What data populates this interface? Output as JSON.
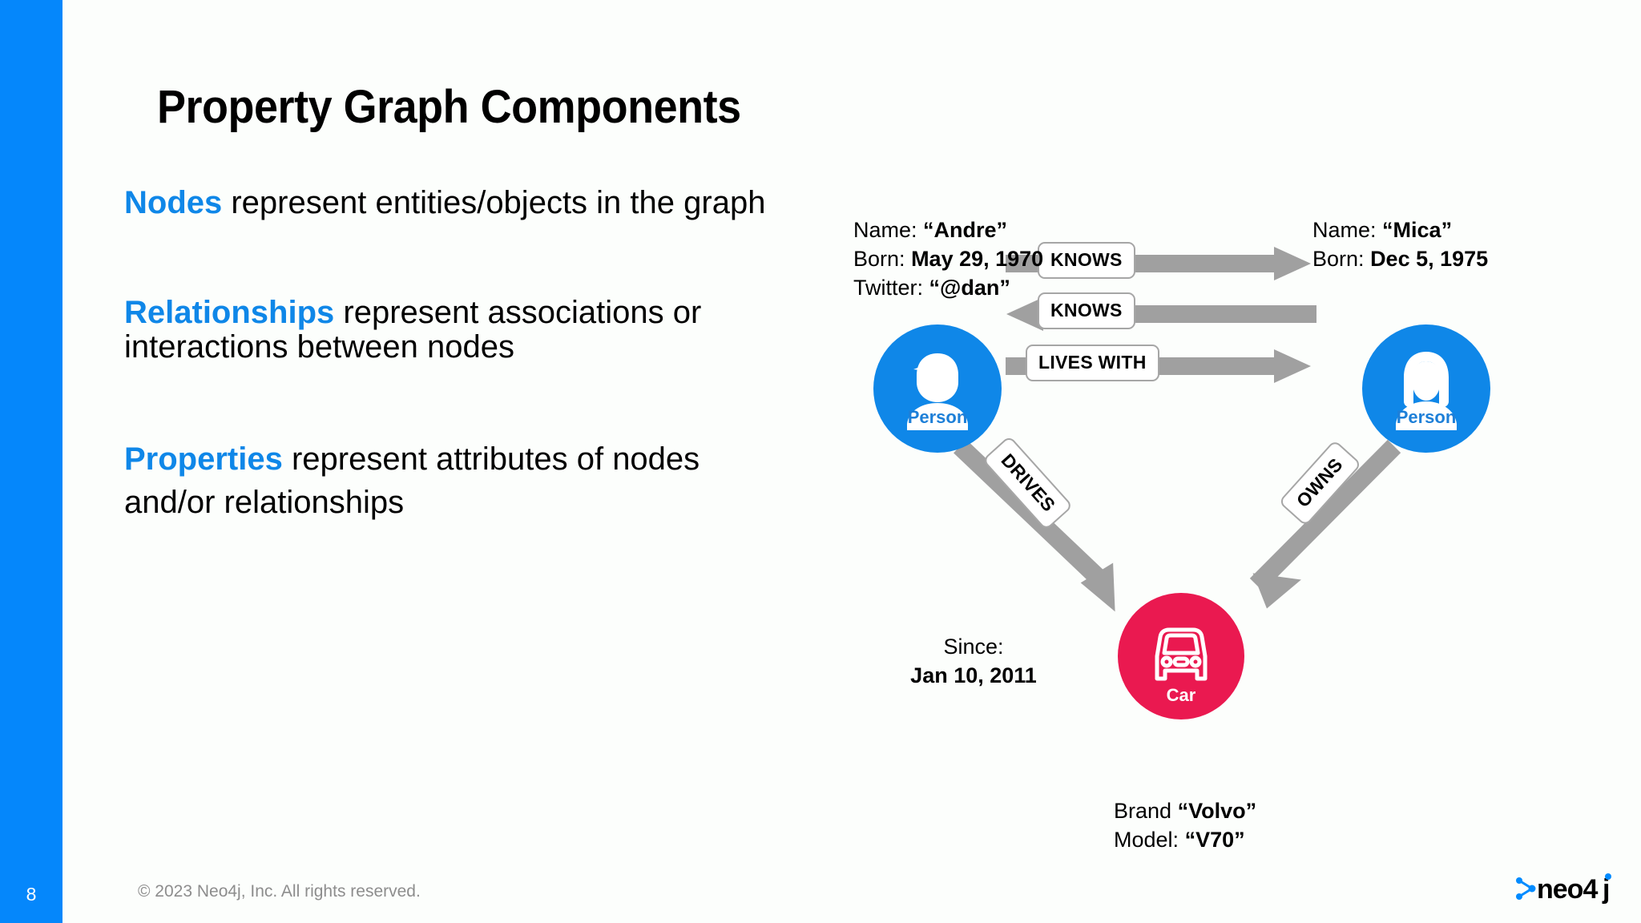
{
  "slide": {
    "title": "Property Graph Components",
    "accent_blue": "#0587fb",
    "node_blue": "#0f87e8",
    "node_red": "#ea1950",
    "arrow_gray": "#a0a0a0"
  },
  "bullets": [
    {
      "keyword": "Nodes",
      "text": " represent entities/objects in the graph"
    },
    {
      "keyword": "Relationships",
      "text": " represent associations or interactions between nodes"
    },
    {
      "keyword": "Properties",
      "text": " represent attributes of nodes and/or relationships"
    }
  ],
  "graph": {
    "nodes": [
      {
        "id": "andre",
        "label": "Person",
        "icon": "person-male-icon",
        "color": "#0f87e8",
        "properties": [
          {
            "key": "Name:",
            "value": "“Andre”"
          },
          {
            "key": "Born:",
            "value": "May 29, 1970"
          },
          {
            "key": "Twitter:",
            "value": "“@dan”"
          }
        ]
      },
      {
        "id": "mica",
        "label": "Person",
        "icon": "person-female-icon",
        "color": "#0f87e8",
        "properties": [
          {
            "key": "Name:",
            "value": "“Mica”"
          },
          {
            "key": "Born:",
            "value": "Dec 5, 1975"
          }
        ]
      },
      {
        "id": "car",
        "label": "Car",
        "icon": "car-icon",
        "color": "#ea1950",
        "properties": [
          {
            "key": "Brand",
            "value": "“Volvo”"
          },
          {
            "key": "Model:",
            "value": "“V70”"
          }
        ]
      }
    ],
    "relationships": [
      {
        "id": "knows1",
        "label": "KNOWS",
        "from": "andre",
        "to": "mica",
        "direction": "right"
      },
      {
        "id": "knows2",
        "label": "KNOWS",
        "from": "mica",
        "to": "andre",
        "direction": "left"
      },
      {
        "id": "lives_with",
        "label": "LIVES WITH",
        "from": "andre",
        "to": "mica",
        "direction": "right"
      },
      {
        "id": "drives",
        "label": "DRIVES",
        "from": "andre",
        "to": "car",
        "direction": "down-right",
        "properties": [
          {
            "key": "Since:",
            "value": "Jan 10, 2011"
          }
        ]
      },
      {
        "id": "owns",
        "label": "OWNS",
        "from": "mica",
        "to": "car",
        "direction": "down-left"
      }
    ]
  },
  "rel_props": {
    "since_key": "Since:",
    "since_value": "Jan 10, 2011"
  },
  "footer": {
    "page_number": "8",
    "copyright": "© 2023 Neo4j, Inc. All rights reserved.",
    "logo_text": "neo4j"
  }
}
